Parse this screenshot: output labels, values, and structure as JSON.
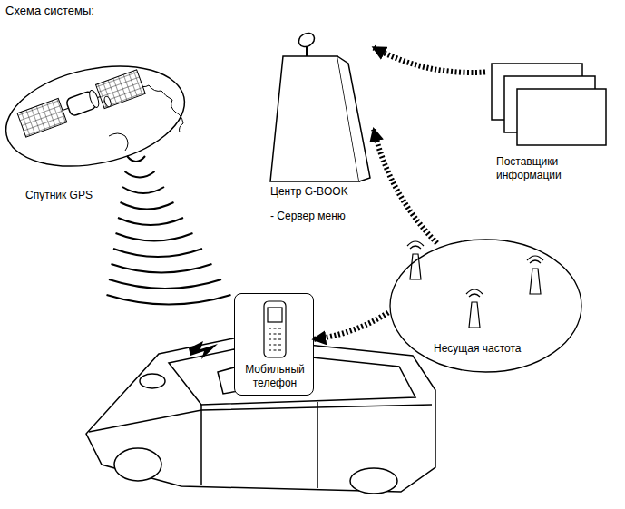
{
  "diagram": {
    "title": "Схема системы:",
    "nodes": [
      {
        "text": [
          "Спутник GPS"
        ]
      },
      {
        "text": [
          "Центр G-BOOK",
          "- Сервер меню"
        ]
      },
      {
        "text": [
          "Поставщики информации"
        ]
      },
      {
        "text": [
          "Несущая частота"
        ]
      },
      {
        "text": [
          "Мобильный телефон"
        ]
      }
    ],
    "edges": [
      {
        "from": 2,
        "to": 1,
        "arrow": "to"
      },
      {
        "from": 3,
        "to": 1,
        "arrow": "to"
      },
      {
        "from": 3,
        "to": 4,
        "arrow": "to"
      }
    ]
  }
}
